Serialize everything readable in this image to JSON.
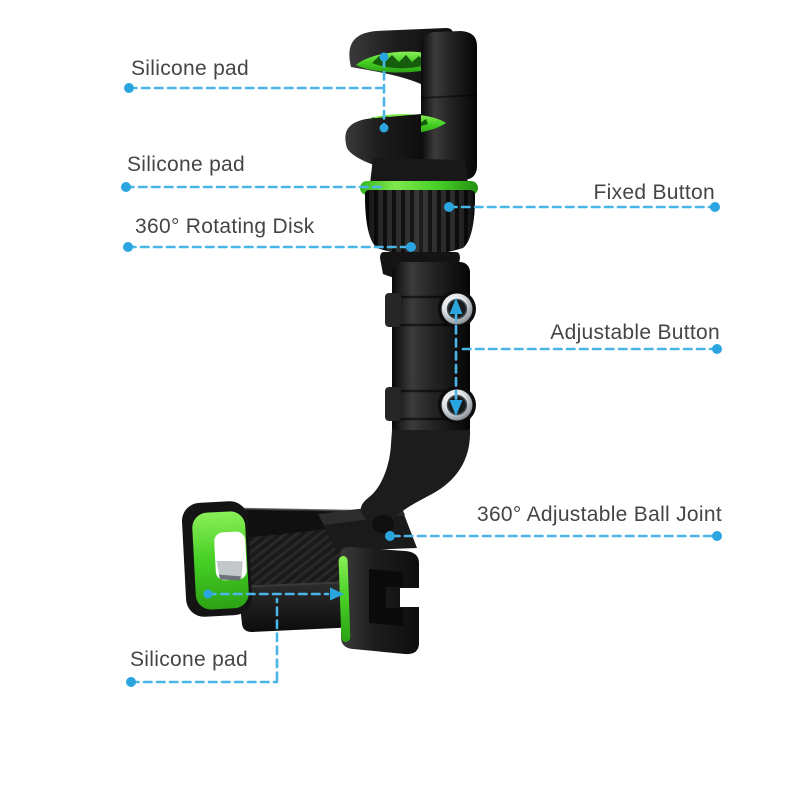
{
  "title": "Rearview mirror phone holder feature diagram",
  "style": {
    "background": "#ffffff",
    "callout_line_color": "#4ab6e8",
    "callout_dot_color": "#2aa5e0",
    "label_text_color": "#454545",
    "product_body_color": "#1d1d1d",
    "product_accent_green": "#46d028",
    "screw_chrome_color": "#d9dde0"
  },
  "annotations": [
    {
      "id": "silicone-pad-top",
      "side": "left",
      "label": "Silicone pad"
    },
    {
      "id": "silicone-pad-ring",
      "side": "left",
      "label": "Silicone pad"
    },
    {
      "id": "rotating-disk",
      "side": "left",
      "label": "360° Rotating Disk"
    },
    {
      "id": "fixed-button",
      "side": "right",
      "label": "Fixed Button"
    },
    {
      "id": "adjustable-button",
      "side": "right",
      "label": "Adjustable Button"
    },
    {
      "id": "ball-joint",
      "side": "right",
      "label": "360° Adjustable Ball Joint"
    },
    {
      "id": "silicone-pad-cradle",
      "side": "left",
      "label": "Silicone pad"
    }
  ]
}
